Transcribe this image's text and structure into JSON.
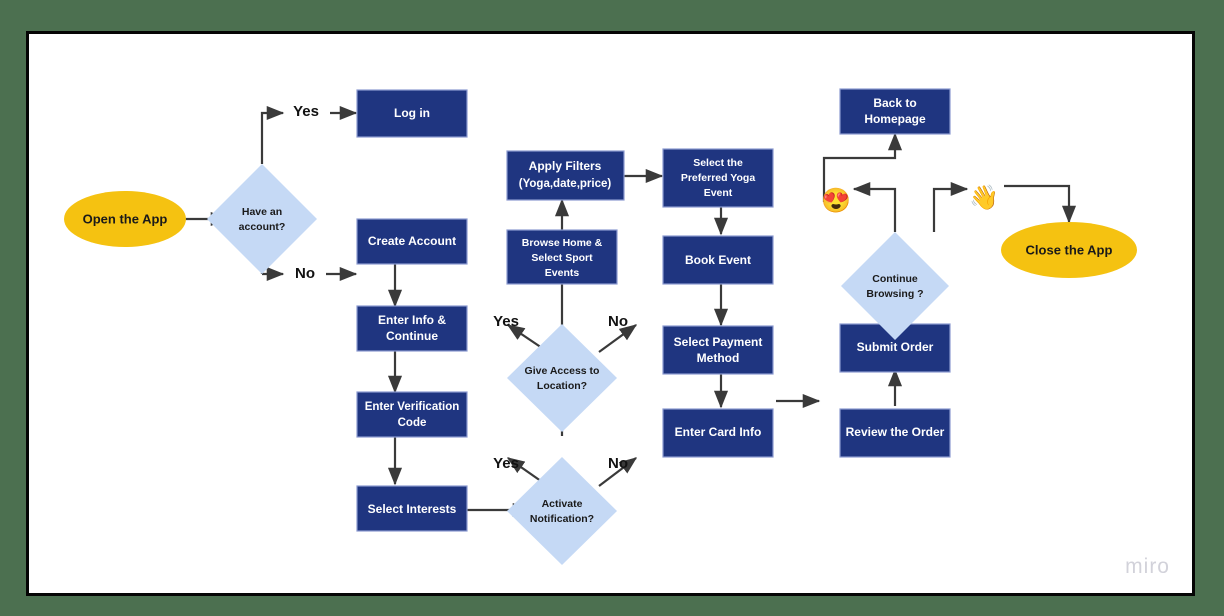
{
  "canvas": {
    "background_color": "#4c7050",
    "board_color": "#ffffff",
    "border_color": "#050505",
    "watermark": "miro"
  },
  "palette": {
    "process_fill": "#1f3580",
    "process_text": "#ffffff",
    "decision_fill": "#c5d9f5",
    "decision_text": "#1a1a1a",
    "terminator_fill": "#f5c211",
    "terminator_text": "#1a1a1a",
    "edge_color": "#3a3a3a"
  },
  "chart_data": {
    "type": "diagram",
    "title": "Sport Event Booking App User Flow",
    "nodes": [
      {
        "id": "open_app",
        "shape": "ellipse",
        "label": "Open the App"
      },
      {
        "id": "have_account",
        "shape": "diamond",
        "label": "Have an account?",
        "lines": [
          "Have an",
          "account?"
        ]
      },
      {
        "id": "log_in",
        "shape": "rect",
        "label": "Log in",
        "lines": [
          "Log in"
        ]
      },
      {
        "id": "create_account",
        "shape": "rect",
        "label": "Create Account",
        "lines": [
          "Create Account"
        ]
      },
      {
        "id": "enter_info",
        "shape": "rect",
        "label": "Enter Info & Continue",
        "lines": [
          "Enter Info &",
          "Continue"
        ]
      },
      {
        "id": "enter_code",
        "shape": "rect",
        "label": "Enter Verification Code",
        "lines": [
          "Enter Verification",
          "Code"
        ]
      },
      {
        "id": "select_interests",
        "shape": "rect",
        "label": "Select Interests",
        "lines": [
          "Select Interests"
        ]
      },
      {
        "id": "activate_notif",
        "shape": "diamond",
        "label": "Activate Notification?",
        "lines": [
          "Activate",
          "Notification?"
        ]
      },
      {
        "id": "give_location",
        "shape": "diamond",
        "label": "Give Access to Location?",
        "lines": [
          "Give Access to",
          "Location?"
        ]
      },
      {
        "id": "browse_home",
        "shape": "rect",
        "label": "Browse Home & Select Sport Events",
        "lines": [
          "Browse Home &",
          "Select Sport",
          "Events"
        ]
      },
      {
        "id": "apply_filters",
        "shape": "rect",
        "label": "Apply Filters (Yoga,date,price)",
        "lines": [
          "Apply Filters",
          "(Yoga,date,price)"
        ]
      },
      {
        "id": "select_yoga",
        "shape": "rect",
        "label": "Select the Preferred Yoga Event",
        "lines": [
          "Select the",
          "Preferred Yoga",
          "Event"
        ]
      },
      {
        "id": "book_event",
        "shape": "rect",
        "label": "Book Event",
        "lines": [
          "Book Event"
        ]
      },
      {
        "id": "select_payment",
        "shape": "rect",
        "label": "Select Payment Method",
        "lines": [
          "Select Payment",
          "Method"
        ]
      },
      {
        "id": "enter_card",
        "shape": "rect",
        "label": "Enter Card  Info",
        "lines": [
          "Enter Card  Info"
        ]
      },
      {
        "id": "review_order",
        "shape": "rect",
        "label": "Review the Order",
        "lines": [
          "Review the Order"
        ]
      },
      {
        "id": "submit_order",
        "shape": "rect",
        "label": "Submit Order",
        "lines": [
          "Submit Order"
        ]
      },
      {
        "id": "continue_browse",
        "shape": "diamond",
        "label": "Continue Browsing ?",
        "lines": [
          "Continue",
          "Browsing ?"
        ]
      },
      {
        "id": "back_home",
        "shape": "rect",
        "label": "Back to Homepage",
        "lines": [
          "Back to",
          "Homepage"
        ]
      },
      {
        "id": "close_app",
        "shape": "ellipse",
        "label": "Close the App"
      },
      {
        "id": "emoji_love",
        "shape": "emoji",
        "label": "😍",
        "icon": "heart-eyes-emoji"
      },
      {
        "id": "emoji_wave",
        "shape": "emoji",
        "label": "👋",
        "icon": "waving-hand-emoji"
      }
    ],
    "edges": [
      {
        "from": "open_app",
        "to": "have_account",
        "label": ""
      },
      {
        "from": "have_account",
        "to": "log_in",
        "label": "Yes"
      },
      {
        "from": "have_account",
        "to": "create_account",
        "label": "No"
      },
      {
        "from": "create_account",
        "to": "enter_info",
        "label": ""
      },
      {
        "from": "enter_info",
        "to": "enter_code",
        "label": ""
      },
      {
        "from": "enter_code",
        "to": "select_interests",
        "label": ""
      },
      {
        "from": "select_interests",
        "to": "activate_notif",
        "label": ""
      },
      {
        "from": "activate_notif",
        "to": "give_location",
        "label": "Yes"
      },
      {
        "from": "activate_notif",
        "to": "give_location",
        "label": "No"
      },
      {
        "from": "give_location",
        "to": "browse_home",
        "label": "Yes"
      },
      {
        "from": "give_location",
        "to": "browse_home",
        "label": "No"
      },
      {
        "from": "browse_home",
        "to": "apply_filters",
        "label": ""
      },
      {
        "from": "apply_filters",
        "to": "select_yoga",
        "label": ""
      },
      {
        "from": "select_yoga",
        "to": "book_event",
        "label": ""
      },
      {
        "from": "book_event",
        "to": "select_payment",
        "label": ""
      },
      {
        "from": "select_payment",
        "to": "enter_card",
        "label": ""
      },
      {
        "from": "enter_card",
        "to": "review_order",
        "label": ""
      },
      {
        "from": "review_order",
        "to": "submit_order",
        "label": ""
      },
      {
        "from": "submit_order",
        "to": "continue_browse",
        "label": ""
      },
      {
        "from": "continue_browse",
        "to": "emoji_love",
        "label": ""
      },
      {
        "from": "emoji_love",
        "to": "back_home",
        "label": ""
      },
      {
        "from": "continue_browse",
        "to": "emoji_wave",
        "label": ""
      },
      {
        "from": "emoji_wave",
        "to": "close_app",
        "label": ""
      }
    ],
    "branch_labels": [
      "Yes",
      "No",
      "Yes",
      "No",
      "Yes",
      "No"
    ]
  },
  "labels": {
    "open_app": "Open the App",
    "close_app": "Close the App",
    "have_account_l1": "Have an",
    "have_account_l2": "account?",
    "yes_1": "Yes",
    "no_1": "No",
    "log_in": "Log in",
    "create_account": "Create Account",
    "enter_info_l1": "Enter Info &",
    "enter_info_l2": "Continue",
    "enter_code_l1": "Enter Verification",
    "enter_code_l2": "Code",
    "select_interests": "Select Interests",
    "activate_notif_l1": "Activate",
    "activate_notif_l2": "Notification?",
    "yes_2": "Yes",
    "no_2": "No",
    "give_location_l1": "Give Access to",
    "give_location_l2": "Location?",
    "yes_3": "Yes",
    "no_3": "No",
    "browse_home_l1": "Browse Home &",
    "browse_home_l2": "Select Sport",
    "browse_home_l3": "Events",
    "apply_filters_l1": "Apply Filters",
    "apply_filters_l2": "(Yoga,date,price)",
    "select_yoga_l1": "Select the",
    "select_yoga_l2": "Preferred Yoga",
    "select_yoga_l3": "Event",
    "book_event": "Book Event",
    "select_payment_l1": "Select Payment",
    "select_payment_l2": "Method",
    "enter_card": "Enter Card  Info",
    "review_order": "Review the Order",
    "submit_order": "Submit Order",
    "continue_browse_l1": "Continue",
    "continue_browse_l2": "Browsing ?",
    "back_home_l1": "Back to",
    "back_home_l2": "Homepage",
    "emoji_love": "😍",
    "emoji_wave": "👋",
    "watermark": "miro"
  }
}
